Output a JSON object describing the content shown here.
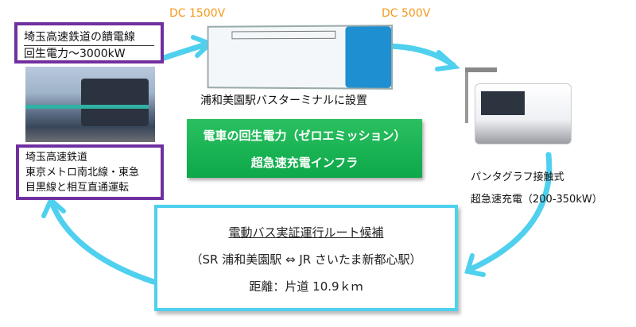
{
  "top_left_box": {
    "line1": "埼玉高速鉄道の饋電線",
    "line2": "回生電力～3000kW"
  },
  "bottom_left_box": {
    "line1": "埼玉高速鉄道",
    "line2": "東京メトロ南北線・東急",
    "line3": "目黒線と相互直通運転"
  },
  "dc_left": "DC 1500V",
  "dc_right": "DC 500V",
  "charger_caption": "浦和美園駅バスターミナルに設置",
  "center_box": {
    "line1": "電車の回生電力（ゼロエミッション）",
    "line2": "超急速充電インフラ"
  },
  "bus_text": {
    "line1": "パンタグラフ接触式",
    "line2": "超急速充電（200-350kW）"
  },
  "route_box": {
    "title": "電動バス実証運行ルート候補",
    "route": "（SR 浦和美園駅 ⇔ JR さいたま新都心駅）",
    "distance": "距離：片道 10.9ｋｍ"
  },
  "colors": {
    "arrow": "#4fd0ee",
    "purple": "#7030a0",
    "green": "#12aa4e",
    "orange": "#f59a1b"
  }
}
